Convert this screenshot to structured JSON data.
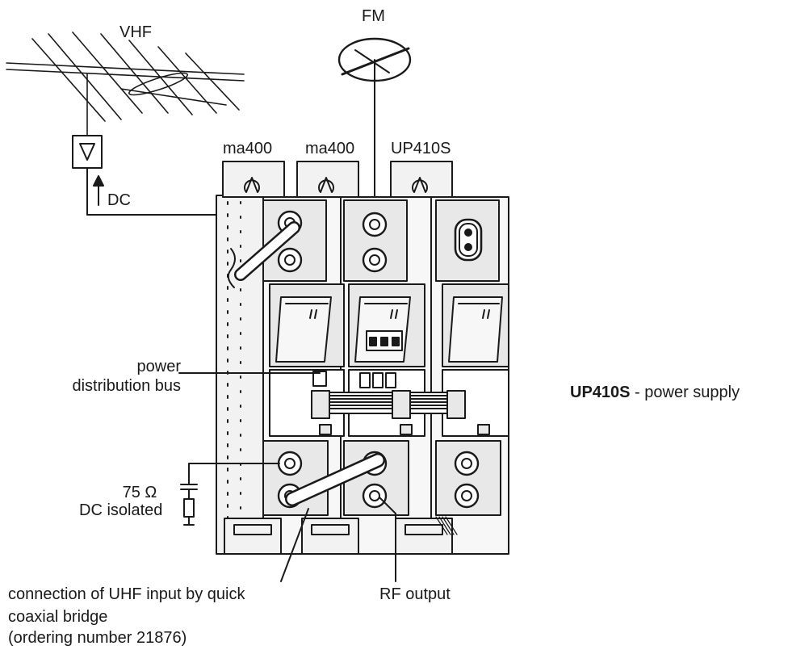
{
  "labels": {
    "fm": "FM",
    "vhf": "VHF",
    "dc": "DC",
    "module_1": "ma400",
    "module_2": "ma400",
    "module_3": "UP410S",
    "power_bus_line1": "power",
    "power_bus_line2": "distribution bus",
    "termination_value": "75 Ω",
    "termination_note": "DC isolated",
    "bridge_line1": "connection of UHF input by quick",
    "bridge_line2": "coaxial bridge",
    "bridge_line3": "(ordering number 21876)",
    "rf_output": "RF output",
    "psu_name": "UP410S",
    "psu_desc": " - power supply"
  },
  "icons": {
    "amplifier": "triangle-down-amplifier-icon",
    "arrow": "arrow-up-icon",
    "mains_socket": "figure-eight-socket-icon",
    "resistor": "resistor-icon",
    "capacitor": "capacitor-icon"
  },
  "colors": {
    "line": "#1a1a1a",
    "panel": "#e8e8e8",
    "panel_dark": "#cfcfcf",
    "background": "#ffffff"
  }
}
